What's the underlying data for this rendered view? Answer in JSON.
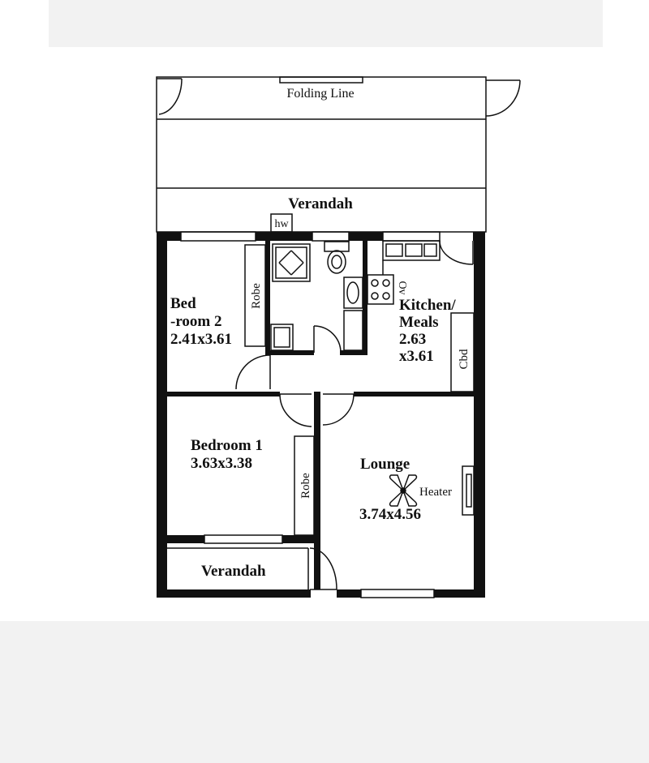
{
  "colors": {
    "wall": "#111111",
    "line": "#111111",
    "band": "#f2f2f2",
    "background": "#ffffff"
  },
  "labels": {
    "folding_line": "Folding Line",
    "verandah_top": "Verandah",
    "hw": "hw",
    "bedroom2_line1": "Bed",
    "bedroom2_line2": "-room 2",
    "bedroom2_size": "2.41x3.61",
    "robe_bed2": "Robe",
    "oven": "Ov",
    "kitchen_line1": "Kitchen/",
    "kitchen_line2": "Meals",
    "kitchen_size1": "2.63",
    "kitchen_size2": "x3.61",
    "cupboard": "Cbd",
    "bedroom1_name": "Bedroom 1",
    "bedroom1_size": "3.63x3.38",
    "robe_bed1": "Robe",
    "lounge_name": "Lounge",
    "heater": "Heater",
    "lounge_size": "3.74x4.56",
    "verandah_bottom": "Verandah"
  }
}
